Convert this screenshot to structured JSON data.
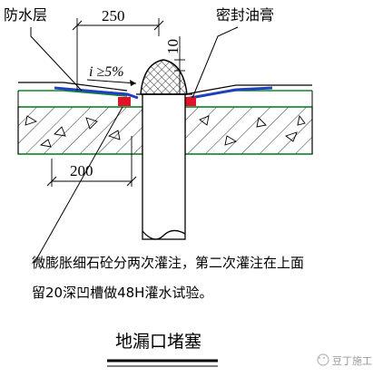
{
  "labels": {
    "waterproof_layer": "防水层",
    "sealant": "密封油膏",
    "dim_top": "250",
    "dim_vertical": "10",
    "slope": "i ≥5%",
    "dim_bottom": "200",
    "note_line1": "微膨胀细石砼分两次灌注，第二次灌注在上面",
    "note_line2": "留20深凹槽做48H灌水试验。",
    "title": "地漏口堵塞",
    "watermark": "豆丁施工"
  },
  "colors": {
    "waterproof": "#1f3fbf",
    "sealant_block": "#e0132b",
    "screed_line": "#0a8a2a",
    "line": "#000000"
  }
}
